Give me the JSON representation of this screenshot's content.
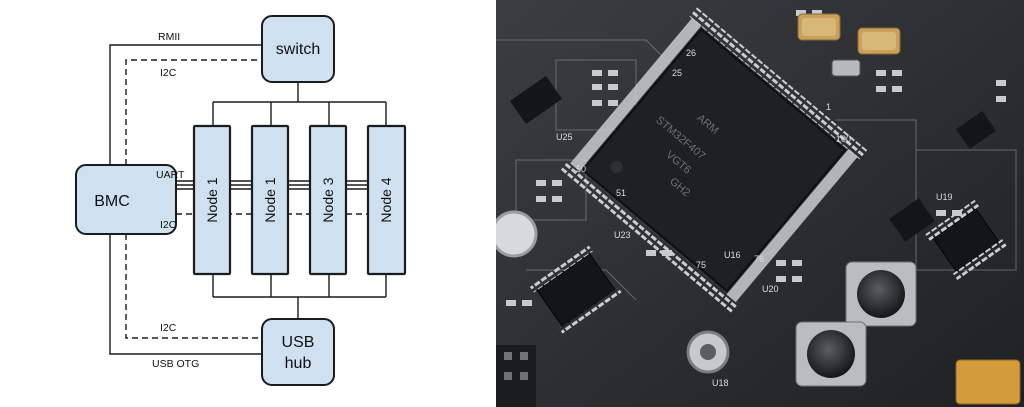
{
  "diagram": {
    "boxes": {
      "switch": "switch",
      "bmc": "BMC",
      "usb_hub": [
        "USB",
        "hub"
      ]
    },
    "nodes": [
      "Node 1",
      "Node 1",
      "Node 3",
      "Node 4"
    ],
    "bus_labels": {
      "rmii": "RMII",
      "i2c_top": "I2C",
      "uart": "UART",
      "i2c_mid": "I2C",
      "i2c_bottom": "I2C",
      "usb_otg": "USB OTG"
    }
  },
  "photo": {
    "chip_markings": [
      "STM32F407",
      "VGT6",
      "GH2"
    ],
    "brand": "ARM",
    "silkscreen": [
      "U25",
      "U19",
      "U23",
      "U20",
      "U18",
      "U16",
      "75",
      "76",
      "50",
      "51",
      "26",
      "25",
      "1",
      "100"
    ]
  }
}
